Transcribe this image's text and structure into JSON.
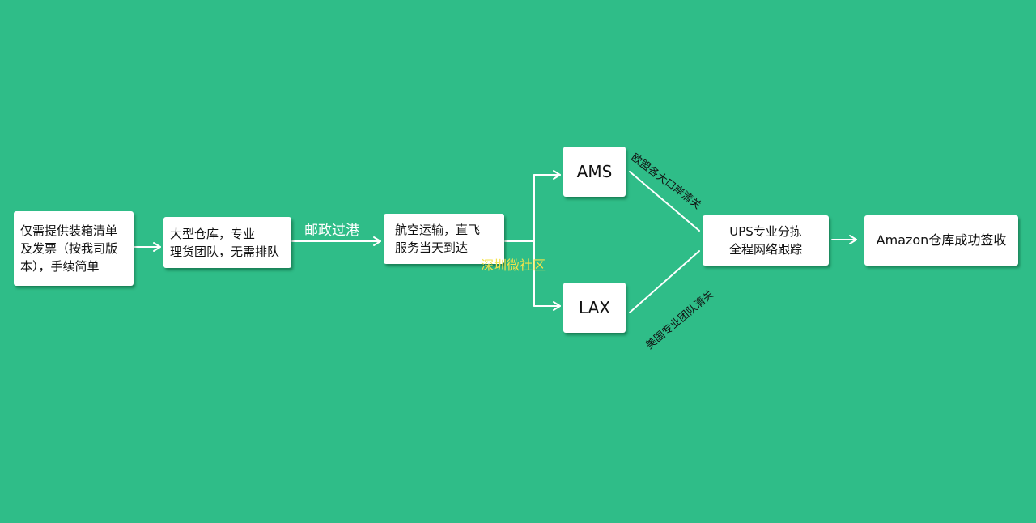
{
  "colors": {
    "background": "#2fbd88",
    "box": "#ffffff",
    "arrow": "#ffffff",
    "watermark": "#f3e24a"
  },
  "steps": {
    "step1": {
      "lines": [
        "仅需提供装箱清单",
        "及发票（按我司版",
        "本），手续简单"
      ]
    },
    "step2": {
      "lines": [
        "大型仓库，专业",
        "理货团队，无需排队"
      ]
    },
    "step3": {
      "lines": [
        "航空运输，直飞",
        "服务当天到达"
      ]
    },
    "ams": {
      "label": "AMS"
    },
    "lax": {
      "label": "LAX"
    },
    "step4": {
      "lines": [
        "UPS专业分拣",
        "全程网络跟踪"
      ]
    },
    "step5": {
      "label": "Amazon仓库成功签收"
    }
  },
  "edge_labels": {
    "postal": "邮政过港",
    "eu_clearance": "欧盟各大口岸清关",
    "us_clearance": "美国专业团队清关"
  },
  "watermark": "深圳微社区"
}
